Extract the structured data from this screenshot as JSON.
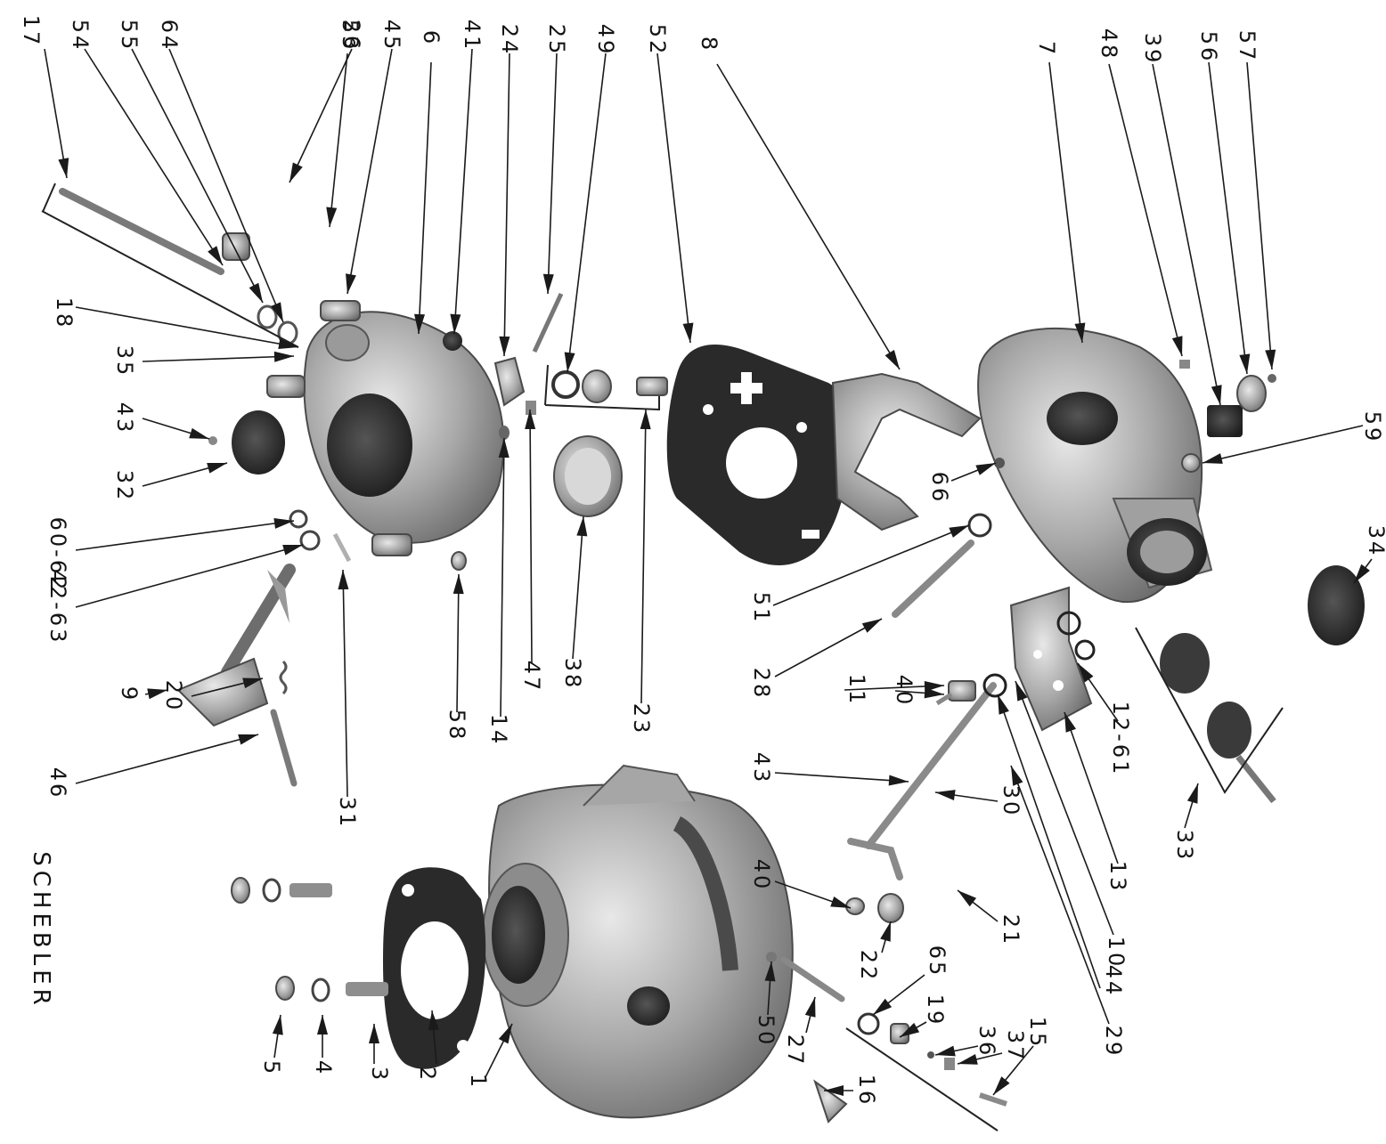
{
  "brand": "SCHEBLER",
  "callouts": [
    {
      "id": "c1",
      "label": "1"
    },
    {
      "id": "c2",
      "label": "2"
    },
    {
      "id": "c3",
      "label": "3"
    },
    {
      "id": "c4",
      "label": "4"
    },
    {
      "id": "c5",
      "label": "5"
    },
    {
      "id": "c6",
      "label": "6"
    },
    {
      "id": "c7",
      "label": "7"
    },
    {
      "id": "c8",
      "label": "8"
    },
    {
      "id": "c9",
      "label": "9"
    },
    {
      "id": "c10",
      "label": "10"
    },
    {
      "id": "c11",
      "label": "11"
    },
    {
      "id": "c12-61",
      "label": "12-61"
    },
    {
      "id": "c13",
      "label": "13"
    },
    {
      "id": "c14",
      "label": "14"
    },
    {
      "id": "c15",
      "label": "15"
    },
    {
      "id": "c16",
      "label": "16"
    },
    {
      "id": "c17",
      "label": "17"
    },
    {
      "id": "c18",
      "label": "18"
    },
    {
      "id": "c19",
      "label": "19"
    },
    {
      "id": "c20",
      "label": "20"
    },
    {
      "id": "c21",
      "label": "21"
    },
    {
      "id": "c22",
      "label": "22"
    },
    {
      "id": "c23",
      "label": "23"
    },
    {
      "id": "c24",
      "label": "24"
    },
    {
      "id": "c25",
      "label": "25"
    },
    {
      "id": "c26",
      "label": "26"
    },
    {
      "id": "c27",
      "label": "27"
    },
    {
      "id": "c28",
      "label": "28"
    },
    {
      "id": "c29",
      "label": "29"
    },
    {
      "id": "c30",
      "label": "30"
    },
    {
      "id": "c31",
      "label": "31"
    },
    {
      "id": "c32",
      "label": "32"
    },
    {
      "id": "c33",
      "label": "33"
    },
    {
      "id": "c34",
      "label": "34"
    },
    {
      "id": "c35",
      "label": "35"
    },
    {
      "id": "c36",
      "label": "36"
    },
    {
      "id": "c37",
      "label": "37"
    },
    {
      "id": "c38",
      "label": "38"
    },
    {
      "id": "c39",
      "label": "39"
    },
    {
      "id": "c40a",
      "label": "40"
    },
    {
      "id": "c40b",
      "label": "40"
    },
    {
      "id": "c41",
      "label": "41"
    },
    {
      "id": "c42-63",
      "label": "42-63"
    },
    {
      "id": "c43a",
      "label": "43"
    },
    {
      "id": "c43b",
      "label": "43"
    },
    {
      "id": "c44",
      "label": "44"
    },
    {
      "id": "c45",
      "label": "45"
    },
    {
      "id": "c46",
      "label": "46"
    },
    {
      "id": "c47",
      "label": "47"
    },
    {
      "id": "c48",
      "label": "48"
    },
    {
      "id": "c49",
      "label": "49"
    },
    {
      "id": "c50",
      "label": "50"
    },
    {
      "id": "c51",
      "label": "51"
    },
    {
      "id": "c52",
      "label": "52"
    },
    {
      "id": "c53",
      "label": "53"
    },
    {
      "id": "c54",
      "label": "54"
    },
    {
      "id": "c55",
      "label": "55"
    },
    {
      "id": "c56",
      "label": "56"
    },
    {
      "id": "c57",
      "label": "57"
    },
    {
      "id": "c58",
      "label": "58"
    },
    {
      "id": "c59",
      "label": "59"
    },
    {
      "id": "c60-62",
      "label": "60-62"
    },
    {
      "id": "c64",
      "label": "64"
    },
    {
      "id": "c65",
      "label": "65"
    },
    {
      "id": "c66",
      "label": "66"
    }
  ]
}
